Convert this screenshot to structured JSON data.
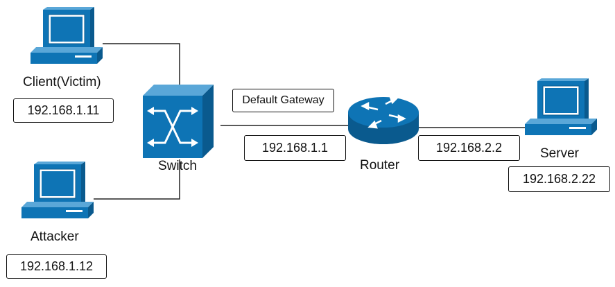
{
  "nodes": {
    "client": {
      "name": "Client(Victim)",
      "ip": "192.168.1.11"
    },
    "attacker": {
      "name": "Attacker",
      "ip": "192.168.1.12"
    },
    "switch": {
      "name": "Switch"
    },
    "router": {
      "name": "Router",
      "ip_left": "192.168.1.1",
      "ip_right": "192.168.2.2",
      "note": "Default Gateway"
    },
    "server": {
      "name": "Server",
      "ip": "192.168.2.22"
    }
  },
  "colors": {
    "device_fill": "#0e74b5",
    "device_dark": "#0a5a8e",
    "device_light": "#5aa7d8",
    "line": "#222222"
  },
  "icons": {
    "computer": "desktop-computer-icon",
    "switch": "network-switch-icon",
    "router": "router-icon"
  }
}
